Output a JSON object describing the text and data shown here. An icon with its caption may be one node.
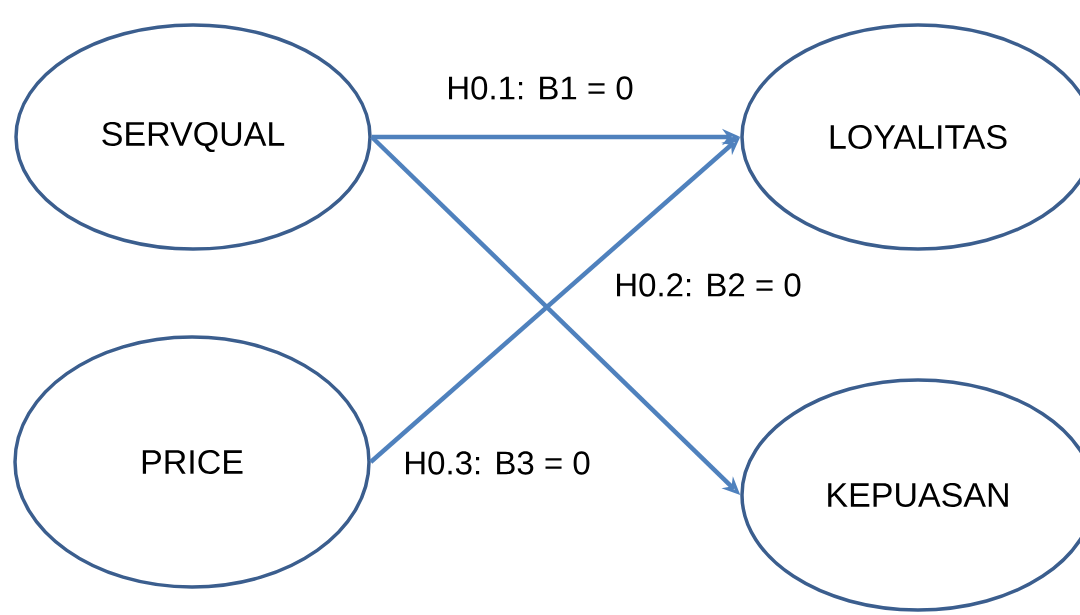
{
  "diagram": {
    "nodes": [
      {
        "text": [
          "SERVQUAL"
        ]
      },
      {
        "text": [
          "PRICE"
        ]
      },
      {
        "text": [
          "LOYALITAS"
        ]
      },
      {
        "text": [
          "KEPUASAN"
        ]
      }
    ],
    "edges": [
      {
        "from": 0,
        "to": 2,
        "arrow": "to",
        "label": "H0.1: B1 = 0"
      },
      {
        "from": 1,
        "to": 2,
        "arrow": "to",
        "label": "H0.3: B3 = 0"
      },
      {
        "from": 0,
        "to": 3,
        "arrow": "to",
        "label": "H0.2: B2 = 0"
      }
    ]
  }
}
